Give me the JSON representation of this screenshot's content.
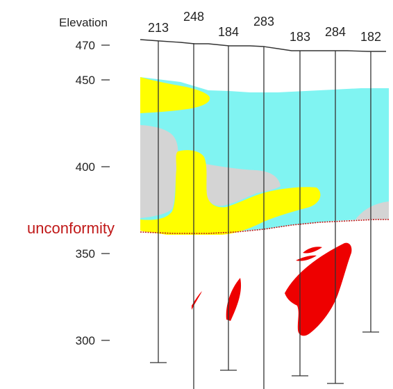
{
  "diagram": {
    "axis_label": "Elevation",
    "elevation_ticks": [
      {
        "label": "470",
        "value": 470
      },
      {
        "label": "450",
        "value": 450
      },
      {
        "label": "400",
        "value": 400
      },
      {
        "label": "350",
        "value": 350
      },
      {
        "label": "300",
        "value": 300
      }
    ],
    "boreholes": [
      "213",
      "248",
      "184",
      "283",
      "183",
      "284",
      "182"
    ],
    "unconformity_label": "unconformity",
    "colors": {
      "upper_unit": "#80f4f2",
      "yellow_unit": "#ffff00",
      "gray_unit": "#d4d4d4",
      "ore": "#ee0000",
      "unconformity": "#c01818",
      "line": "#333333"
    }
  }
}
